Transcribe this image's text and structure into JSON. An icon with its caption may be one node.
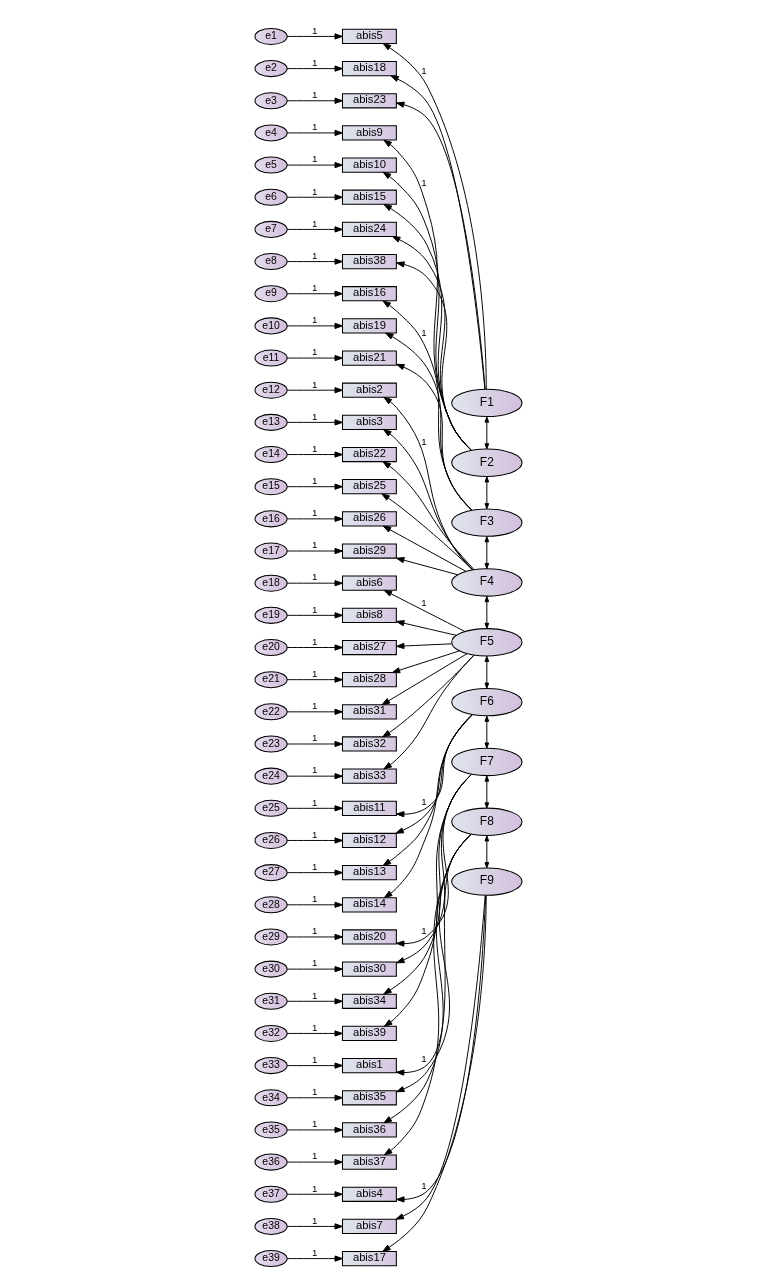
{
  "diagram": {
    "nodes": [
      {
        "text": [
          "e1"
        ]
      },
      {
        "text": [
          "abis5"
        ]
      },
      {
        "text": [
          "e2"
        ]
      },
      {
        "text": [
          "abis18"
        ]
      },
      {
        "text": [
          "e3"
        ]
      },
      {
        "text": [
          "abis23"
        ]
      },
      {
        "text": [
          "e4"
        ]
      },
      {
        "text": [
          "abis9"
        ]
      },
      {
        "text": [
          "e5"
        ]
      },
      {
        "text": [
          "abis10"
        ]
      },
      {
        "text": [
          "e6"
        ]
      },
      {
        "text": [
          "abis15"
        ]
      },
      {
        "text": [
          "e7"
        ]
      },
      {
        "text": [
          "abis24"
        ]
      },
      {
        "text": [
          "e8"
        ]
      },
      {
        "text": [
          "abis38"
        ]
      },
      {
        "text": [
          "e9"
        ]
      },
      {
        "text": [
          "abis16"
        ]
      },
      {
        "text": [
          "e10"
        ]
      },
      {
        "text": [
          "abis19"
        ]
      },
      {
        "text": [
          "e11"
        ]
      },
      {
        "text": [
          "abis21"
        ]
      },
      {
        "text": [
          "e12"
        ]
      },
      {
        "text": [
          "abis2"
        ]
      },
      {
        "text": [
          "e13"
        ]
      },
      {
        "text": [
          "abis3"
        ]
      },
      {
        "text": [
          "e14"
        ]
      },
      {
        "text": [
          "abis22"
        ]
      },
      {
        "text": [
          "e15"
        ]
      },
      {
        "text": [
          "abis25"
        ]
      },
      {
        "text": [
          "e16"
        ]
      },
      {
        "text": [
          "abis26"
        ]
      },
      {
        "text": [
          "e17"
        ]
      },
      {
        "text": [
          "abis29"
        ]
      },
      {
        "text": [
          "e18"
        ]
      },
      {
        "text": [
          "abis6"
        ]
      },
      {
        "text": [
          "e19"
        ]
      },
      {
        "text": [
          "abis8"
        ]
      },
      {
        "text": [
          "e20"
        ]
      },
      {
        "text": [
          "abis27"
        ]
      },
      {
        "text": [
          "e21"
        ]
      },
      {
        "text": [
          "abis28"
        ]
      },
      {
        "text": [
          "e22"
        ]
      },
      {
        "text": [
          "abis31"
        ]
      },
      {
        "text": [
          "e23"
        ]
      },
      {
        "text": [
          "abis32"
        ]
      },
      {
        "text": [
          "e24"
        ]
      },
      {
        "text": [
          "abis33"
        ]
      },
      {
        "text": [
          "e25"
        ]
      },
      {
        "text": [
          "abis11"
        ]
      },
      {
        "text": [
          "e26"
        ]
      },
      {
        "text": [
          "abis12"
        ]
      },
      {
        "text": [
          "e27"
        ]
      },
      {
        "text": [
          "abis13"
        ]
      },
      {
        "text": [
          "e28"
        ]
      },
      {
        "text": [
          "abis14"
        ]
      },
      {
        "text": [
          "e29"
        ]
      },
      {
        "text": [
          "abis20"
        ]
      },
      {
        "text": [
          "e30"
        ]
      },
      {
        "text": [
          "abis30"
        ]
      },
      {
        "text": [
          "e31"
        ]
      },
      {
        "text": [
          "abis34"
        ]
      },
      {
        "text": [
          "e32"
        ]
      },
      {
        "text": [
          "abis39"
        ]
      },
      {
        "text": [
          "e33"
        ]
      },
      {
        "text": [
          "abis1"
        ]
      },
      {
        "text": [
          "e34"
        ]
      },
      {
        "text": [
          "abis35"
        ]
      },
      {
        "text": [
          "e35"
        ]
      },
      {
        "text": [
          "abis36"
        ]
      },
      {
        "text": [
          "e36"
        ]
      },
      {
        "text": [
          "abis37"
        ]
      },
      {
        "text": [
          "e37"
        ]
      },
      {
        "text": [
          "abis4"
        ]
      },
      {
        "text": [
          "e38"
        ]
      },
      {
        "text": [
          "abis7"
        ]
      },
      {
        "text": [
          "e39"
        ]
      },
      {
        "text": [
          "abis17"
        ]
      },
      {
        "text": [
          "F1"
        ]
      },
      {
        "text": [
          "F2"
        ]
      },
      {
        "text": [
          "F3"
        ]
      },
      {
        "text": [
          "F4"
        ]
      },
      {
        "text": [
          "F5"
        ]
      },
      {
        "text": [
          "F6"
        ]
      },
      {
        "text": [
          "F7"
        ]
      },
      {
        "text": [
          "F8"
        ]
      },
      {
        "text": [
          "F9"
        ]
      }
    ],
    "edges": [
      {
        "from": 0,
        "to": 1,
        "arrow": "to",
        "label": "1"
      },
      {
        "from": 2,
        "to": 3,
        "arrow": "to",
        "label": "1"
      },
      {
        "from": 4,
        "to": 5,
        "arrow": "to",
        "label": "1"
      },
      {
        "from": 6,
        "to": 7,
        "arrow": "to",
        "label": "1"
      },
      {
        "from": 8,
        "to": 9,
        "arrow": "to",
        "label": "1"
      },
      {
        "from": 10,
        "to": 11,
        "arrow": "to",
        "label": "1"
      },
      {
        "from": 12,
        "to": 13,
        "arrow": "to",
        "label": "1"
      },
      {
        "from": 14,
        "to": 15,
        "arrow": "to",
        "label": "1"
      },
      {
        "from": 16,
        "to": 17,
        "arrow": "to",
        "label": "1"
      },
      {
        "from": 18,
        "to": 19,
        "arrow": "to",
        "label": "1"
      },
      {
        "from": 20,
        "to": 21,
        "arrow": "to",
        "label": "1"
      },
      {
        "from": 22,
        "to": 23,
        "arrow": "to",
        "label": "1"
      },
      {
        "from": 24,
        "to": 25,
        "arrow": "to",
        "label": "1"
      },
      {
        "from": 26,
        "to": 27,
        "arrow": "to",
        "label": "1"
      },
      {
        "from": 28,
        "to": 29,
        "arrow": "to",
        "label": "1"
      },
      {
        "from": 30,
        "to": 31,
        "arrow": "to",
        "label": "1"
      },
      {
        "from": 32,
        "to": 33,
        "arrow": "to",
        "label": "1"
      },
      {
        "from": 34,
        "to": 35,
        "arrow": "to",
        "label": "1"
      },
      {
        "from": 36,
        "to": 37,
        "arrow": "to",
        "label": "1"
      },
      {
        "from": 38,
        "to": 39,
        "arrow": "to",
        "label": "1"
      },
      {
        "from": 40,
        "to": 41,
        "arrow": "to",
        "label": "1"
      },
      {
        "from": 42,
        "to": 43,
        "arrow": "to",
        "label": "1"
      },
      {
        "from": 44,
        "to": 45,
        "arrow": "to",
        "label": "1"
      },
      {
        "from": 46,
        "to": 47,
        "arrow": "to",
        "label": "1"
      },
      {
        "from": 48,
        "to": 49,
        "arrow": "to",
        "label": "1"
      },
      {
        "from": 50,
        "to": 51,
        "arrow": "to",
        "label": "1"
      },
      {
        "from": 52,
        "to": 53,
        "arrow": "to",
        "label": "1"
      },
      {
        "from": 54,
        "to": 55,
        "arrow": "to",
        "label": "1"
      },
      {
        "from": 56,
        "to": 57,
        "arrow": "to",
        "label": "1"
      },
      {
        "from": 58,
        "to": 59,
        "arrow": "to",
        "label": "1"
      },
      {
        "from": 60,
        "to": 61,
        "arrow": "to",
        "label": "1"
      },
      {
        "from": 62,
        "to": 63,
        "arrow": "to",
        "label": "1"
      },
      {
        "from": 64,
        "to": 65,
        "arrow": "to",
        "label": "1"
      },
      {
        "from": 66,
        "to": 67,
        "arrow": "to",
        "label": "1"
      },
      {
        "from": 68,
        "to": 69,
        "arrow": "to",
        "label": "1"
      },
      {
        "from": 70,
        "to": 71,
        "arrow": "to",
        "label": "1"
      },
      {
        "from": 72,
        "to": 73,
        "arrow": "to",
        "label": "1"
      },
      {
        "from": 74,
        "to": 75,
        "arrow": "to",
        "label": "1"
      },
      {
        "from": 76,
        "to": 77,
        "arrow": "to",
        "label": "1"
      },
      {
        "from": 78,
        "to": 1,
        "arrow": "to",
        "label": "1"
      },
      {
        "from": 78,
        "to": 3,
        "arrow": "to"
      },
      {
        "from": 78,
        "to": 5,
        "arrow": "to"
      },
      {
        "from": 79,
        "to": 7,
        "arrow": "to",
        "label": "1"
      },
      {
        "from": 79,
        "to": 9,
        "arrow": "to"
      },
      {
        "from": 79,
        "to": 11,
        "arrow": "to"
      },
      {
        "from": 79,
        "to": 13,
        "arrow": "to"
      },
      {
        "from": 79,
        "to": 15,
        "arrow": "to"
      },
      {
        "from": 80,
        "to": 17,
        "arrow": "to",
        "label": "1"
      },
      {
        "from": 80,
        "to": 19,
        "arrow": "to"
      },
      {
        "from": 80,
        "to": 21,
        "arrow": "to"
      },
      {
        "from": 81,
        "to": 23,
        "arrow": "to",
        "label": "1"
      },
      {
        "from": 81,
        "to": 25,
        "arrow": "to"
      },
      {
        "from": 81,
        "to": 27,
        "arrow": "to"
      },
      {
        "from": 81,
        "to": 29,
        "arrow": "to"
      },
      {
        "from": 81,
        "to": 31,
        "arrow": "to"
      },
      {
        "from": 81,
        "to": 33,
        "arrow": "to"
      },
      {
        "from": 82,
        "to": 35,
        "arrow": "to",
        "label": "1"
      },
      {
        "from": 82,
        "to": 37,
        "arrow": "to"
      },
      {
        "from": 82,
        "to": 39,
        "arrow": "to"
      },
      {
        "from": 82,
        "to": 41,
        "arrow": "to"
      },
      {
        "from": 82,
        "to": 43,
        "arrow": "to"
      },
      {
        "from": 82,
        "to": 45,
        "arrow": "to"
      },
      {
        "from": 82,
        "to": 47,
        "arrow": "to"
      },
      {
        "from": 83,
        "to": 49,
        "arrow": "to",
        "label": "1"
      },
      {
        "from": 83,
        "to": 51,
        "arrow": "to"
      },
      {
        "from": 83,
        "to": 53,
        "arrow": "to"
      },
      {
        "from": 83,
        "to": 55,
        "arrow": "to"
      },
      {
        "from": 84,
        "to": 57,
        "arrow": "to",
        "label": "1"
      },
      {
        "from": 84,
        "to": 59,
        "arrow": "to"
      },
      {
        "from": 84,
        "to": 61,
        "arrow": "to"
      },
      {
        "from": 84,
        "to": 63,
        "arrow": "to"
      },
      {
        "from": 85,
        "to": 65,
        "arrow": "to",
        "label": "1"
      },
      {
        "from": 85,
        "to": 67,
        "arrow": "to"
      },
      {
        "from": 85,
        "to": 69,
        "arrow": "to"
      },
      {
        "from": 85,
        "to": 71,
        "arrow": "to"
      },
      {
        "from": 86,
        "to": 73,
        "arrow": "to",
        "label": "1"
      },
      {
        "from": 86,
        "to": 75,
        "arrow": "to"
      },
      {
        "from": 86,
        "to": 77,
        "arrow": "to"
      },
      {
        "from": 78,
        "to": 79,
        "arrow": "both"
      },
      {
        "from": 79,
        "to": 80,
        "arrow": "both"
      },
      {
        "from": 80,
        "to": 81,
        "arrow": "both"
      },
      {
        "from": 81,
        "to": 82,
        "arrow": "both"
      },
      {
        "from": 82,
        "to": 83,
        "arrow": "both"
      },
      {
        "from": 83,
        "to": 84,
        "arrow": "both"
      },
      {
        "from": 84,
        "to": 85,
        "arrow": "both"
      },
      {
        "from": 85,
        "to": 86,
        "arrow": "both"
      }
    ]
  }
}
